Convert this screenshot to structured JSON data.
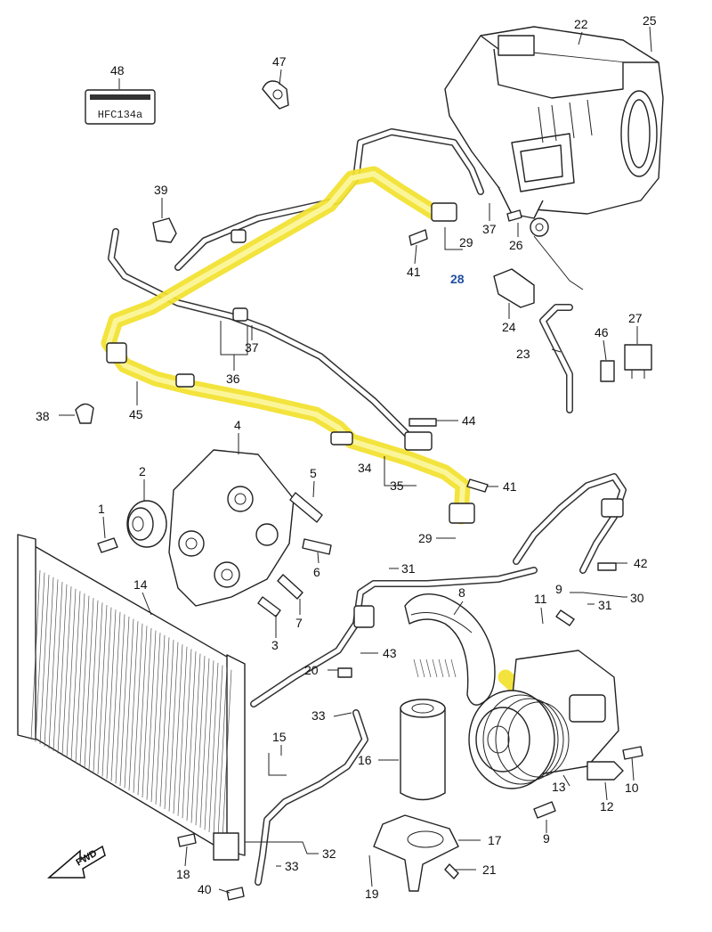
{
  "callouts": [
    {
      "id": "n1",
      "text": "1"
    },
    {
      "id": "n2",
      "text": "2"
    },
    {
      "id": "n3",
      "text": "3"
    },
    {
      "id": "n4",
      "text": "4"
    },
    {
      "id": "n5",
      "text": "5"
    },
    {
      "id": "n6",
      "text": "6"
    },
    {
      "id": "n7",
      "text": "7"
    },
    {
      "id": "n8",
      "text": "8"
    },
    {
      "id": "n9a",
      "text": "9"
    },
    {
      "id": "n9b",
      "text": "9"
    },
    {
      "id": "n10",
      "text": "10"
    },
    {
      "id": "n11",
      "text": "11"
    },
    {
      "id": "n12",
      "text": "12"
    },
    {
      "id": "n13",
      "text": "13"
    },
    {
      "id": "n14",
      "text": "14"
    },
    {
      "id": "n15",
      "text": "15"
    },
    {
      "id": "n16",
      "text": "16"
    },
    {
      "id": "n17",
      "text": "17"
    },
    {
      "id": "n18",
      "text": "18"
    },
    {
      "id": "n19",
      "text": "19"
    },
    {
      "id": "n20",
      "text": "20"
    },
    {
      "id": "n21",
      "text": "21"
    },
    {
      "id": "n22",
      "text": "22"
    },
    {
      "id": "n23",
      "text": "23"
    },
    {
      "id": "n24",
      "text": "24"
    },
    {
      "id": "n25",
      "text": "25"
    },
    {
      "id": "n26",
      "text": "26"
    },
    {
      "id": "n27",
      "text": "27"
    },
    {
      "id": "n28",
      "text": "28"
    },
    {
      "id": "n29a",
      "text": "29"
    },
    {
      "id": "n29b",
      "text": "29"
    },
    {
      "id": "n30",
      "text": "30"
    },
    {
      "id": "n31a",
      "text": "31"
    },
    {
      "id": "n31b",
      "text": "31"
    },
    {
      "id": "n32",
      "text": "32"
    },
    {
      "id": "n33a",
      "text": "33"
    },
    {
      "id": "n33b",
      "text": "33"
    },
    {
      "id": "n34",
      "text": "34"
    },
    {
      "id": "n35",
      "text": "35"
    },
    {
      "id": "n36",
      "text": "36"
    },
    {
      "id": "n37a",
      "text": "37"
    },
    {
      "id": "n37b",
      "text": "37"
    },
    {
      "id": "n38",
      "text": "38"
    },
    {
      "id": "n39",
      "text": "39"
    },
    {
      "id": "n40",
      "text": "40"
    },
    {
      "id": "n41a",
      "text": "41"
    },
    {
      "id": "n41b",
      "text": "41"
    },
    {
      "id": "n42",
      "text": "42"
    },
    {
      "id": "n43",
      "text": "43"
    },
    {
      "id": "n44",
      "text": "44"
    },
    {
      "id": "n45",
      "text": "45"
    },
    {
      "id": "n46",
      "text": "46"
    },
    {
      "id": "n47",
      "text": "47"
    },
    {
      "id": "n48",
      "text": "48"
    }
  ],
  "refrigerant_label": "HFC134a",
  "fwd_arrow": "FWD",
  "colors": {
    "highlight": "#f2e12c",
    "callout_28": "#1f4fa0",
    "ink": "#222222"
  }
}
